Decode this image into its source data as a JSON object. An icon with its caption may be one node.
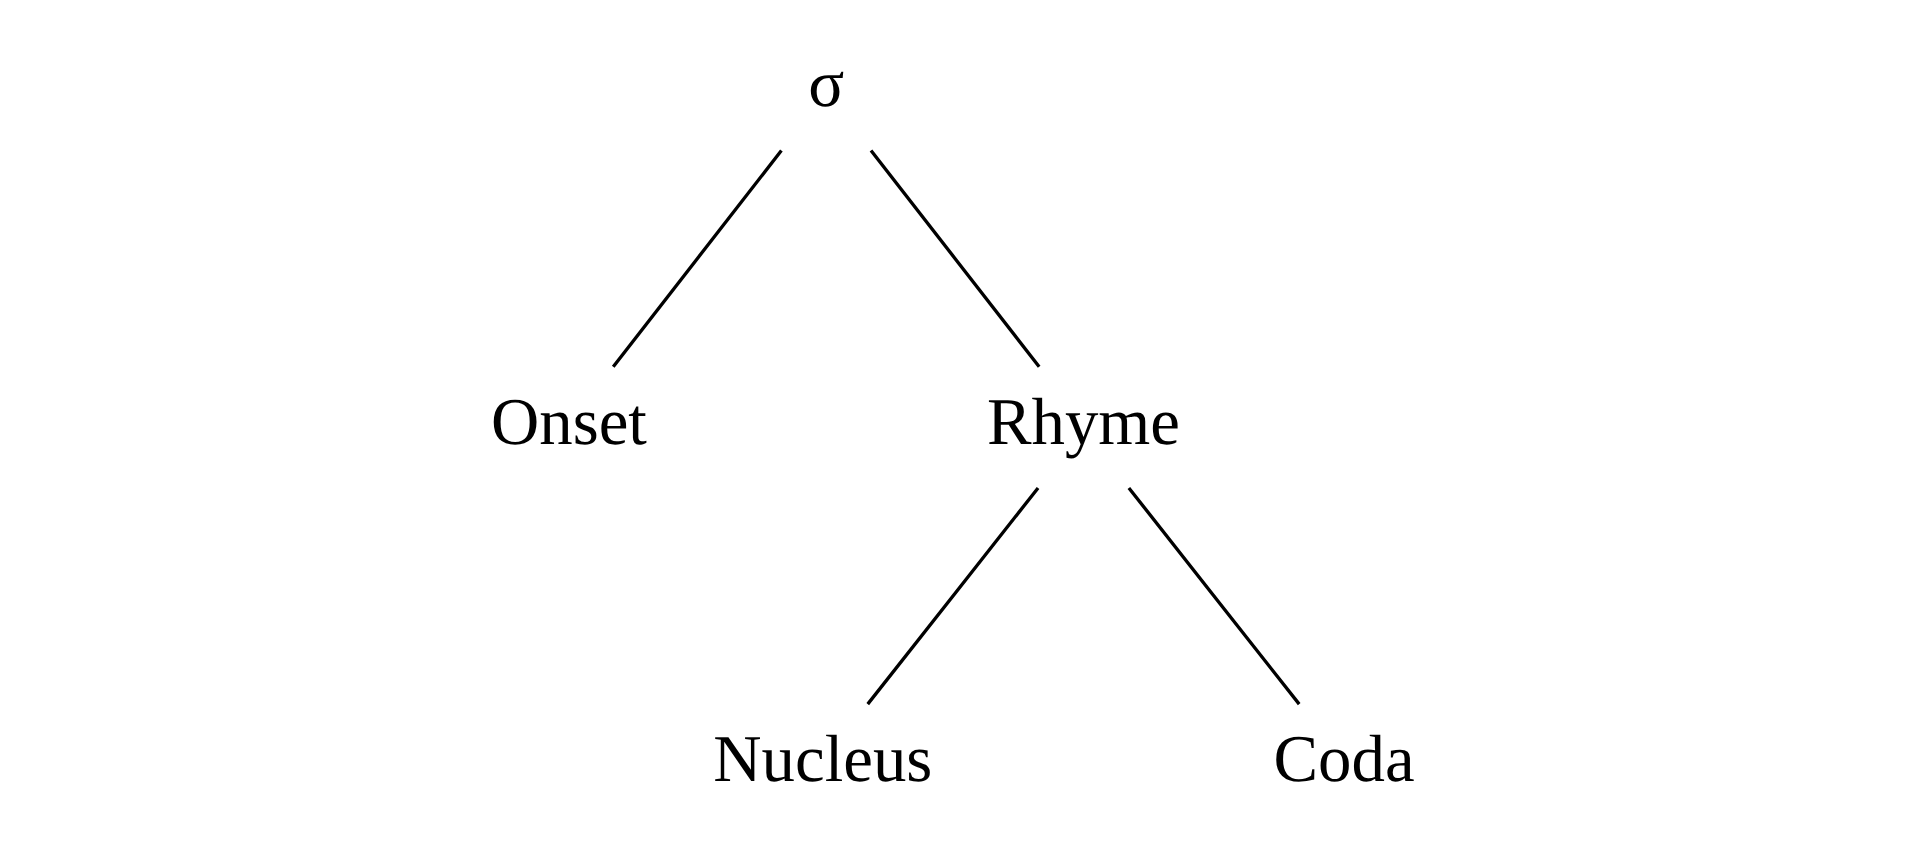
{
  "diagram": {
    "nodes": [
      {
        "text": [
          "σ"
        ]
      },
      {
        "text": [
          "Onset"
        ]
      },
      {
        "text": [
          "Rhyme"
        ]
      },
      {
        "text": [
          "Nucleus"
        ]
      },
      {
        "text": [
          "Coda"
        ]
      }
    ],
    "edges": [
      {
        "from": 0,
        "to": 1,
        "arrow": "none"
      },
      {
        "from": 0,
        "to": 2,
        "arrow": "none"
      },
      {
        "from": 2,
        "to": 3,
        "arrow": "none"
      },
      {
        "from": 2,
        "to": 4,
        "arrow": "none"
      }
    ]
  }
}
